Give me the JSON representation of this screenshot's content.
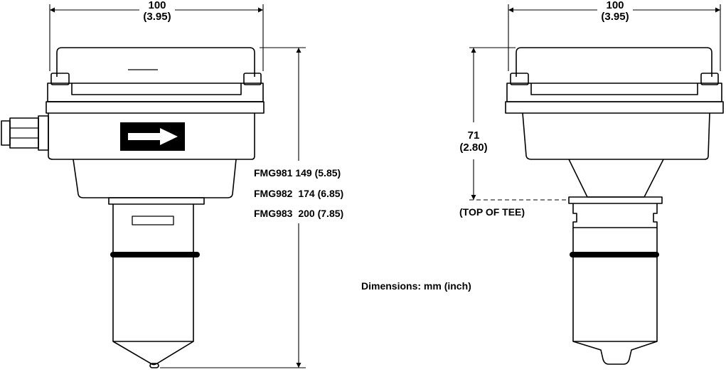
{
  "left_view": {
    "width_dim": {
      "value": "100",
      "inch": "(3.95)"
    },
    "height_dims": [
      {
        "model": "FMG981",
        "value": "149 (5.85)"
      },
      {
        "model": "FMG982",
        "value": "174 (6.85)"
      },
      {
        "model": "FMG983",
        "value": "200 (7.85)"
      }
    ]
  },
  "right_view": {
    "width_dim": {
      "value": "100",
      "inch": "(3.95)"
    },
    "height_dim": {
      "value": "71",
      "inch": "(2.80)"
    },
    "top_of_tee": "(TOP OF TEE)"
  },
  "units_note": "Dimensions: mm (inch)",
  "icons": {
    "flow_arrow": "right-arrow-icon"
  }
}
